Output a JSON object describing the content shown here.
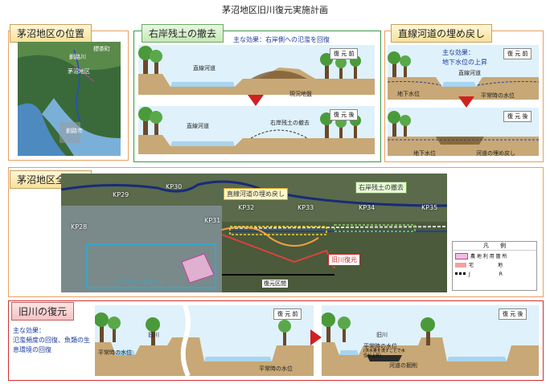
{
  "page_title": "茅沼地区旧川復元実施計画",
  "panels": {
    "location": {
      "title": "茅沼地区の位置",
      "labels": [
        "標茶町",
        "釧路川",
        "茅沼地区",
        "釧路市"
      ]
    },
    "right_bank": {
      "title": "右岸残土の撤去",
      "effect": "主な効果：右岸側への氾濫を回復",
      "before": {
        "status": "復 元 前",
        "labels": [
          "直線河道",
          "現況地盤"
        ]
      },
      "after": {
        "status": "復 元 後",
        "labels": [
          "直線河道",
          "右岸残土の撤去"
        ]
      }
    },
    "straight_channel": {
      "title": "直線河道の埋め戻し",
      "effect_label": "主な効果：",
      "effect": "地下水位の上昇",
      "before": {
        "status": "復 元 前",
        "labels": [
          "直線河道",
          "地下水位",
          "平常時の水位"
        ]
      },
      "after": {
        "status": "復 元 後",
        "labels": [
          "地下水位",
          "河道の埋め戻し"
        ]
      }
    },
    "overview": {
      "title": "茅沼地区全体図",
      "kp": [
        "KP29",
        "KP30",
        "KP28",
        "KP31",
        "KP32",
        "KP33",
        "KP34",
        "KP35"
      ],
      "callouts": {
        "fill": "直線河道の埋め戻し",
        "remove": "右岸残土の撤去",
        "restore": "旧川復元"
      },
      "reference": "リファレンスサイト",
      "section": "復元区間",
      "legend": {
        "title": "凡　　例",
        "items": [
          "農 地 利 用 箇 所",
          "宅　　　　　地",
          "J　　　　　　R"
        ]
      }
    },
    "old_river": {
      "title": "旧川の復元",
      "effect_label": "主な効果：",
      "effect": "氾濫頻度の回復、魚類の生息環境の回復",
      "before": {
        "status": "復 元 前",
        "labels": [
          "旧川",
          "平常時の水位",
          "平常時の水位"
        ]
      },
      "after": {
        "status": "復 元 後",
        "labels": [
          "旧川",
          "平常時の水位",
          "(洪水量を流すことで水位が上昇)",
          "河道の掘削"
        ]
      }
    }
  },
  "colors": {
    "orange_border": "#e8a060",
    "green_border": "#3a9a4a",
    "red_border": "#d03030",
    "water": "#a8d4ee",
    "soil": "#c8a876",
    "sky": "#dff1fb"
  }
}
